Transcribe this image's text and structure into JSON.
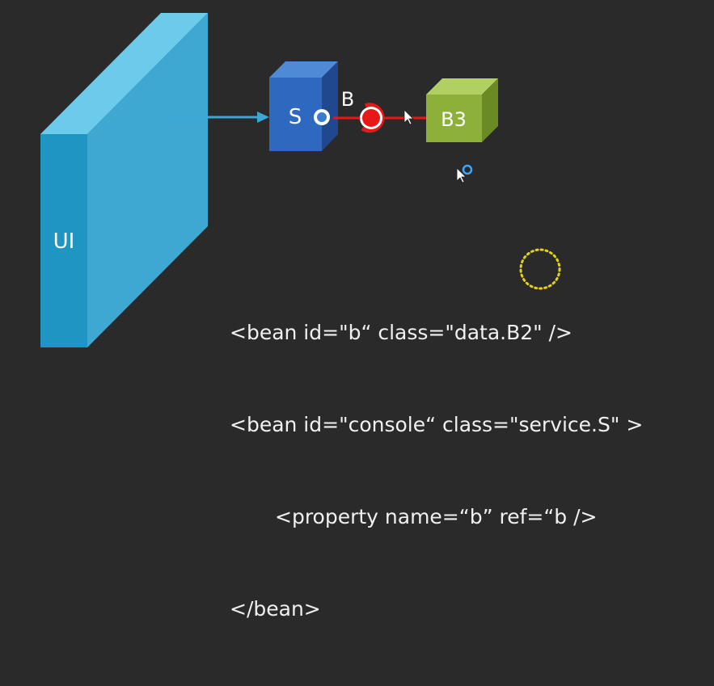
{
  "diagram": {
    "ui_label": "UI",
    "s_label": "S",
    "b_label": "B",
    "b3_label": "B3",
    "colors": {
      "background": "#2a2a2a",
      "ui_front": "#1f9ac7",
      "ui_side": "#4fb6db",
      "s_front": "#2f6bc0",
      "s_top": "#4a86d2",
      "s_side": "#234f96",
      "b3_front": "#8fb13a",
      "b3_top": "#a9c95a",
      "b3_side": "#6f8f26",
      "connector": "#e81818",
      "arrow": "#3aa7d4",
      "highlight": "#e3d21a"
    },
    "icons": [
      "mouse-pointer-icon",
      "cursor-ring-icon"
    ]
  },
  "code": {
    "line1_pre": "<bean id=\"b“ class=\"data.",
    "line1_hl": "B2",
    "line1_post": "\" />",
    "line2": "<bean id=\"console“ class=\"service.S\" >",
    "line3": "<property name=“b” ref=“b />",
    "line4": "</bean>"
  }
}
